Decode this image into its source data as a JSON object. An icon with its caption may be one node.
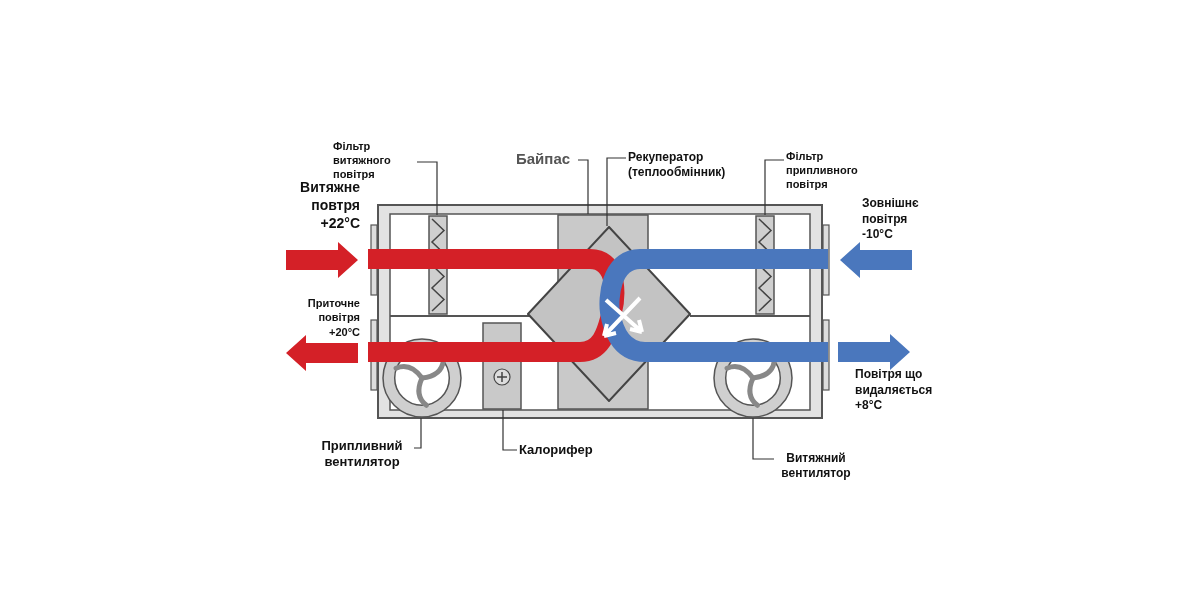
{
  "diagram": {
    "nodes": [
      {
        "text": [
          "Фільтр витяжного повітря"
        ]
      },
      {
        "text": [
          "Байпас"
        ]
      },
      {
        "text": [
          "Рекуператор (теплообмінник)"
        ]
      },
      {
        "text": [
          "Фільтр припливного повітря"
        ]
      },
      {
        "text": [
          "Припливний вентилятор"
        ]
      },
      {
        "text": [
          "Калорифер"
        ]
      },
      {
        "text": [
          "Витяжний вентилятор"
        ]
      },
      {
        "text": [],
        "shape": "box"
      },
      {
        "text": [],
        "shape": "box"
      },
      {
        "text": [],
        "shape": "diamond"
      },
      {
        "text": [],
        "shape": "box"
      },
      {
        "text": [],
        "shape": "circle"
      },
      {
        "text": [],
        "shape": "box"
      },
      {
        "text": [],
        "shape": "circle"
      }
    ],
    "edges": [
      {
        "from": 0,
        "to": 7,
        "arrow": "none"
      },
      {
        "from": 1,
        "to": 8,
        "arrow": "none"
      },
      {
        "from": 2,
        "to": 9,
        "arrow": "none"
      },
      {
        "from": 3,
        "to": 10,
        "arrow": "none"
      },
      {
        "from": 4,
        "to": 11,
        "arrow": "none"
      },
      {
        "from": 5,
        "to": 12,
        "arrow": "none"
      },
      {
        "from": 6,
        "to": 13,
        "arrow": "none"
      }
    ],
    "labels": [
      "Витяжне повтря +22°C",
      "Зовнішнє повітря -10°C",
      "Приточне повітря +20°C",
      "Повітря що видаляється +8°C"
    ]
  }
}
